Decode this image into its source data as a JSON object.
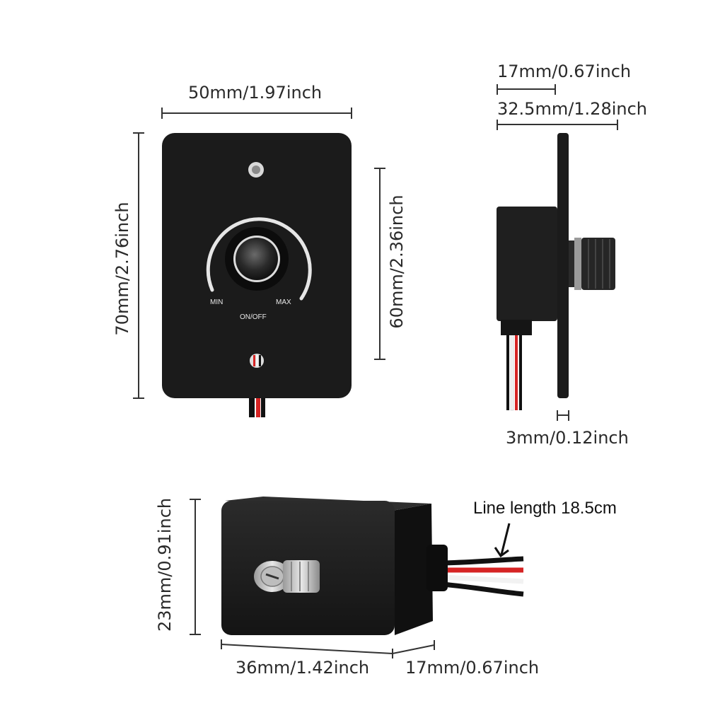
{
  "front_view": {
    "width_label": "50mm/1.97inch",
    "height_label": "70mm/2.76inch",
    "inner_height_label": "60mm/2.36inch",
    "dial": {
      "min_label": "MIN",
      "max_label": "MAX",
      "switch_label": "ON/OFF"
    }
  },
  "side_view": {
    "shaft_label": "17mm/0.67inch",
    "depth_label": "32.5mm/1.28inch",
    "plate_label": "3mm/0.12inch"
  },
  "box_view": {
    "height_label": "23mm/0.91inch",
    "length_label": "36mm/1.42inch",
    "depth_label": "17mm/0.67inch",
    "line_label": "Line length 18.5cm"
  },
  "colors": {
    "device": "#1b1b1b",
    "line": "#333333",
    "wire_red": "#d62424",
    "wire_white": "#f2f2f2",
    "wire_black": "#111111"
  }
}
